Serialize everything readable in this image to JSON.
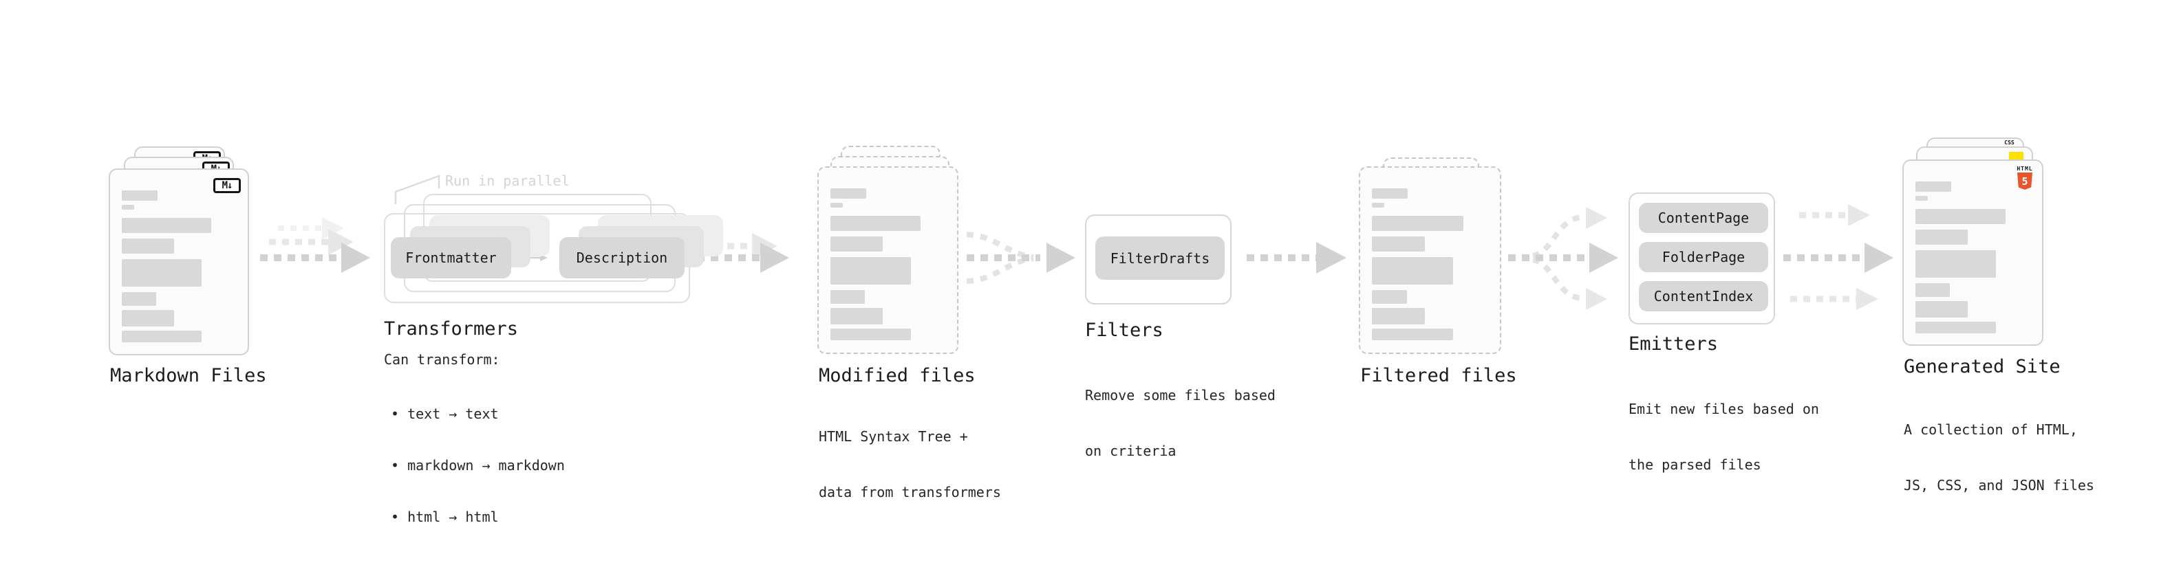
{
  "nodes": {
    "markdown_files": {
      "label": "Markdown Files",
      "badge": "M↓"
    },
    "transformers": {
      "label": "Transformers",
      "note": "Run in parallel",
      "source_pill": "Frontmatter",
      "target_pill": "Description",
      "desc_heading": "Can transform:",
      "bullets": [
        "• text → text",
        "• markdown → markdown",
        "• html → html"
      ]
    },
    "modified_files": {
      "label": "Modified files",
      "desc": [
        "HTML Syntax Tree +",
        "data from transformers"
      ]
    },
    "filters": {
      "label": "Filters",
      "pill": "FilterDrafts",
      "desc": [
        "Remove some files based",
        "on criteria"
      ]
    },
    "filtered_files": {
      "label": "Filtered files"
    },
    "emitters": {
      "label": "Emitters",
      "pills": [
        "ContentPage",
        "FolderPage",
        "ContentIndex"
      ],
      "desc": [
        "Emit new files based on",
        "the parsed files"
      ]
    },
    "generated_site": {
      "label": "Generated Site",
      "desc": [
        "A collection of HTML,",
        "JS, CSS, and JSON files"
      ],
      "css_badge": "CSS",
      "html_badge_caption": "HTML",
      "html_badge_numeral": "5"
    }
  },
  "colors": {
    "html5_orange": "#e8542d",
    "js_yellow": "#fde000",
    "css_blue": "#2f6ae8",
    "placeholder_bar": "#d9d9d9",
    "arrow_gray": "#d2d2d2",
    "pill_gray": "#d8d8d8"
  }
}
